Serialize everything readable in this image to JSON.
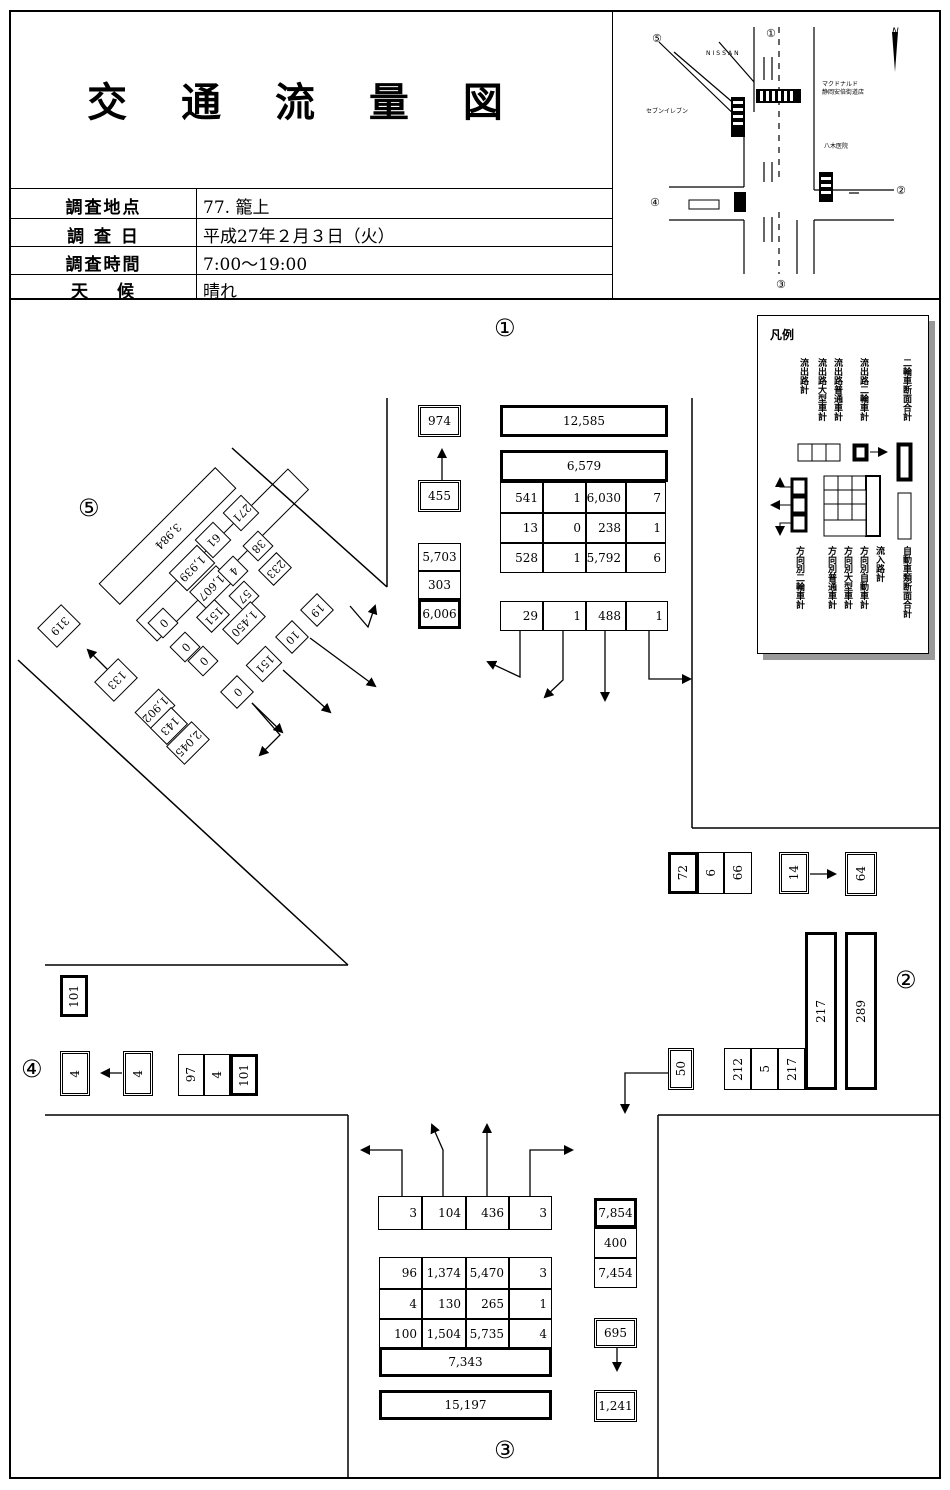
{
  "header": {
    "title": "交 通 流 量 図",
    "labels": {
      "location": "調査地点",
      "date": "調 査 日",
      "time": "調査時間",
      "weather": "天　 候"
    },
    "values": {
      "location": "77. 籠上",
      "date": "平成27年２月３日（火）",
      "time": " 7:00～19:00",
      "weather": "晴れ"
    }
  },
  "minimap": {
    "approaches": [
      "①",
      "②",
      "③",
      "④",
      "⑤"
    ],
    "landmarks": {
      "nissan": "NISSAN",
      "mcdonalds_1": "マクドナルド",
      "mcdonalds_2": "静岡安倍街道店",
      "seven": "セブンイレブン",
      "clinic": "八木医院"
    },
    "north": "N"
  },
  "legend": {
    "title": "凡例",
    "top_labels": [
      "流出路計",
      "流出路大型車計",
      "流出路普通車計",
      "流出路二輪車計",
      "二輪車断面合計"
    ],
    "bottom_labels": [
      "方向別二輪車計",
      "方向別普通車計",
      "方向別大型車計",
      "方向別自動車計",
      "流入路計",
      "自動車類断面合計"
    ]
  },
  "approach_labels": {
    "north": "①",
    "east": "②",
    "south": "③",
    "west": "④",
    "northwest": "⑤"
  },
  "north": {
    "cross_total": "12,585",
    "cross_bike": "974",
    "bike_in": "455",
    "inflow_total": "6,579",
    "inflow_rows": [
      [
        "541",
        "1",
        "6,030",
        "7"
      ],
      [
        "13",
        "0",
        "238",
        "1"
      ],
      [
        "528",
        "1",
        "5,792",
        "6"
      ]
    ],
    "outflow": [
      "5,703",
      "303",
      "6,006"
    ],
    "dir_bikes": [
      "29",
      "1",
      "488",
      "1"
    ]
  },
  "east": {
    "out_row": [
      "72",
      "6",
      "66"
    ],
    "bike_in": "14",
    "bike_cross": "64",
    "in_col": [
      "212",
      "5",
      "217"
    ],
    "in_total": "217",
    "cross_total": "289",
    "bike_left": "50"
  },
  "south": {
    "dir_bikes": [
      "3",
      "104",
      "436",
      "3"
    ],
    "outflow": [
      "7,854",
      "400",
      "7,454"
    ],
    "rows": [
      [
        "96",
        "1,374",
        "5,470",
        "3"
      ],
      [
        "4",
        "130",
        "265",
        "1"
      ],
      [
        "100",
        "1,504",
        "5,735",
        "4"
      ]
    ],
    "inflow_total": "7,343",
    "cross_total": "15,197",
    "bike_in": "695",
    "bike_cross": "1,241"
  },
  "west": {
    "top": "101",
    "bike_cross": "4",
    "bike_in": "4",
    "row": [
      "97",
      "4",
      "101"
    ]
  },
  "northwest": {
    "cross_total": "3,984",
    "grid": [
      "1,939",
      "61",
      "271",
      "1,607",
      "4",
      "38",
      "151",
      "57",
      "233",
      "1,450"
    ],
    "zeros": [
      "0",
      "0",
      "0"
    ],
    "dir_bikes": [
      "0",
      "151",
      "10",
      "19"
    ],
    "bike_cross": "319",
    "bike_in": "133",
    "out": [
      "1,902",
      "143",
      "2,045"
    ]
  }
}
